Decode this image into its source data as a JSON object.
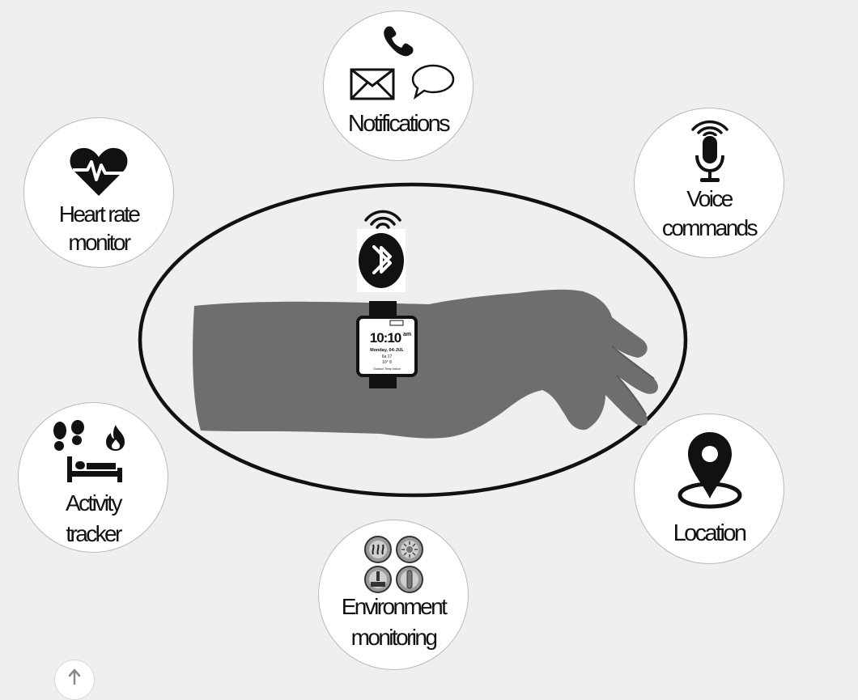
{
  "features": {
    "notifications": {
      "label": "Notifications",
      "icons": [
        "phone-icon",
        "envelope-icon",
        "speech-bubble-icon"
      ]
    },
    "voice": {
      "label_line1": "Voice",
      "label_line2": "commands",
      "icons": [
        "microphone-icon",
        "wifi-waves-icon"
      ]
    },
    "heart": {
      "label_line1": "Heart rate",
      "label_line2": "monitor",
      "icons": [
        "heart-pulse-icon"
      ]
    },
    "activity": {
      "label_line1": "Activity",
      "label_line2": "tracker",
      "icons": [
        "footprints-icon",
        "flame-icon",
        "bed-icon"
      ]
    },
    "environment": {
      "label_line1": "Environment",
      "label_line2": "monitoring",
      "icons": [
        "steam-gauge-icon",
        "sun-gauge-icon",
        "thermometer-gauge-icon",
        "pressure-gauge-icon"
      ]
    },
    "location": {
      "label": "Location",
      "icons": [
        "map-pin-icon"
      ]
    }
  },
  "center": {
    "icons": [
      "bluetooth-icon",
      "wireless-waves-icon",
      "wrist-silhouette",
      "smartwatch-icon"
    ],
    "watch": {
      "time": "10:10",
      "ampm": "am",
      "date": "Monday, 04-JUL",
      "line3": "6a 17",
      "line4": "10° 8",
      "footer": "Outdoor Temp Indoor"
    }
  },
  "colors": {
    "background": "#efefef",
    "circle_fill": "#ffffff",
    "icon": "#111111",
    "arm": "#6e6e6e"
  }
}
